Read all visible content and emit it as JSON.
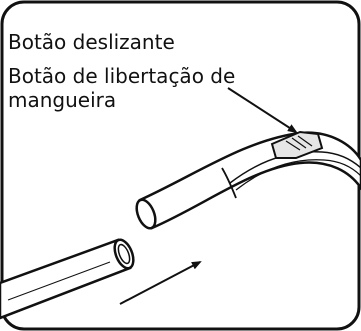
{
  "labels": {
    "slide_button": "Botão deslizante",
    "hose_release_line1": "Botão de libertação de",
    "hose_release_line2": "mangueira"
  },
  "colors": {
    "stroke": "#111111",
    "fill": "#ffffff",
    "shade": "#e6e6e6"
  },
  "icons": {
    "leader_arrow": "arrow-down-right",
    "motion_arrow": "arrow-up-right"
  }
}
